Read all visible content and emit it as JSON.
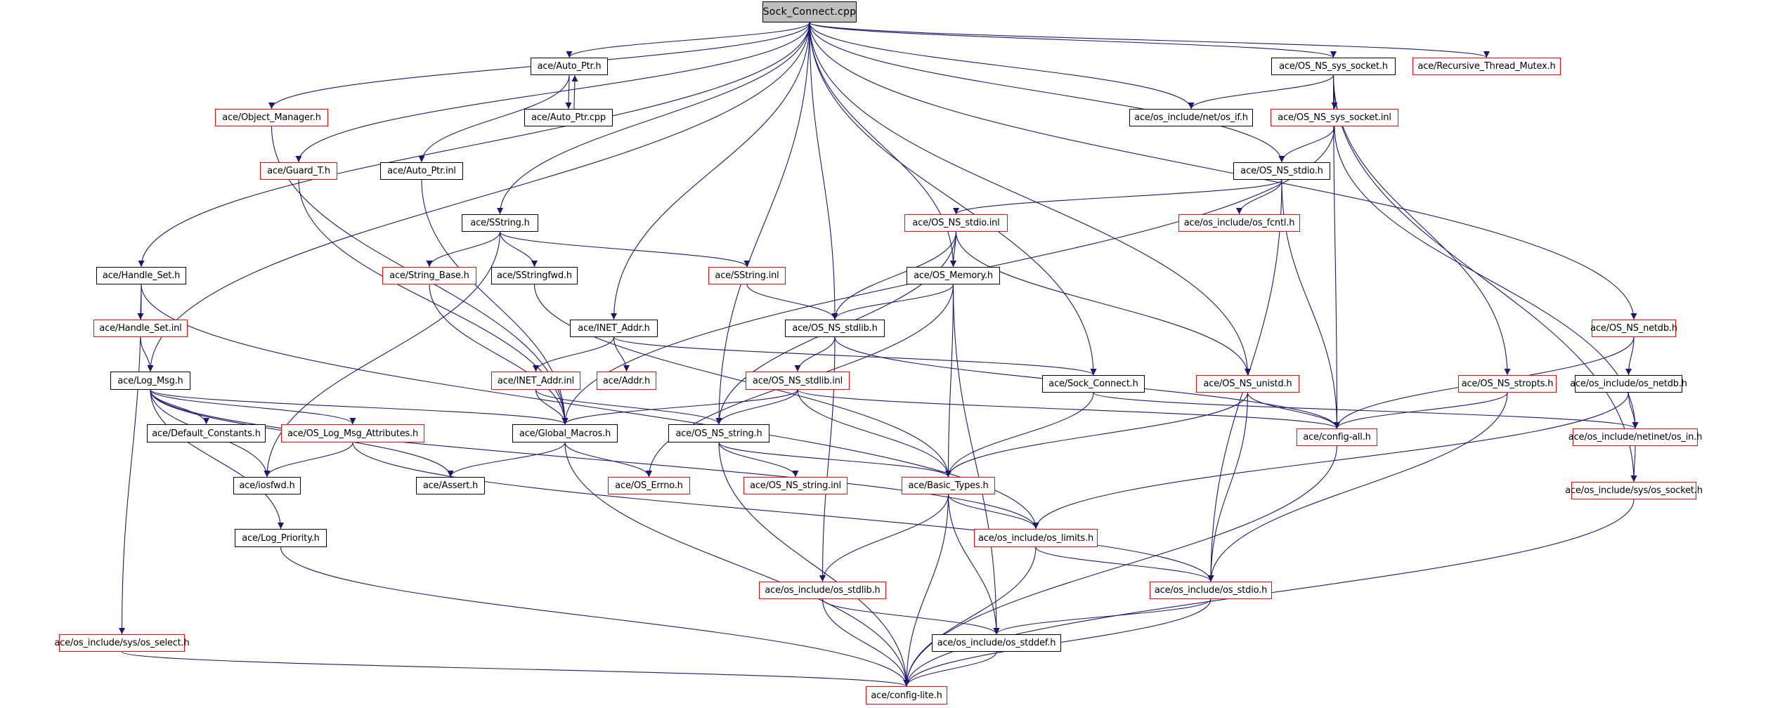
{
  "diagram": {
    "title": "Sock_Connect.cpp include dependency graph",
    "colors": {
      "edge": "#191970",
      "found_border": "#000000",
      "missing_border": "#ff0000",
      "root_fill": "#bfbfbf"
    },
    "nodes": [
      {
        "id": "root",
        "label": "Sock_Connect.cpp",
        "kind": "root"
      },
      {
        "id": "auto_ptr_h",
        "label": "ace/Auto_Ptr.h",
        "kind": "found"
      },
      {
        "id": "auto_ptr_cpp",
        "label": "ace/Auto_Ptr.cpp",
        "kind": "found"
      },
      {
        "id": "object_manager_h",
        "label": "ace/Object_Manager.h",
        "kind": "missing"
      },
      {
        "id": "guard_t_h",
        "label": "ace/Guard_T.h",
        "kind": "missing"
      },
      {
        "id": "auto_ptr_inl",
        "label": "ace/Auto_Ptr.inl",
        "kind": "found"
      },
      {
        "id": "sstring_h",
        "label": "ace/SString.h",
        "kind": "found"
      },
      {
        "id": "handle_set_h",
        "label": "ace/Handle_Set.h",
        "kind": "found"
      },
      {
        "id": "string_base_h",
        "label": "ace/String_Base.h",
        "kind": "missing"
      },
      {
        "id": "sstringfwd_h",
        "label": "ace/SStringfwd.h",
        "kind": "found"
      },
      {
        "id": "sstring_inl",
        "label": "ace/SString.inl",
        "kind": "missing"
      },
      {
        "id": "os_ns_stdio_inl",
        "label": "ace/OS_NS_stdio.inl",
        "kind": "missing"
      },
      {
        "id": "os_memory_h",
        "label": "ace/OS_Memory.h",
        "kind": "found"
      },
      {
        "id": "handle_set_inl",
        "label": "ace/Handle_Set.inl",
        "kind": "missing"
      },
      {
        "id": "inet_addr_h",
        "label": "ace/INET_Addr.h",
        "kind": "found"
      },
      {
        "id": "os_ns_stdlib_h",
        "label": "ace/OS_NS_stdlib.h",
        "kind": "found"
      },
      {
        "id": "log_msg_h",
        "label": "ace/Log_Msg.h",
        "kind": "found"
      },
      {
        "id": "inet_addr_inl",
        "label": "ace/INET_Addr.inl",
        "kind": "missing"
      },
      {
        "id": "addr_h",
        "label": "ace/Addr.h",
        "kind": "missing"
      },
      {
        "id": "os_ns_stdlib_inl",
        "label": "ace/OS_NS_stdlib.inl",
        "kind": "missing"
      },
      {
        "id": "sock_connect_h",
        "label": "ace/Sock_Connect.h",
        "kind": "found"
      },
      {
        "id": "os_ns_unistd_h",
        "label": "ace/OS_NS_unistd.h",
        "kind": "missing"
      },
      {
        "id": "os_ns_stropts_h",
        "label": "ace/OS_NS_stropts.h",
        "kind": "missing"
      },
      {
        "id": "os_netdb_h",
        "label": "ace/os_include/os_netdb.h",
        "kind": "found"
      },
      {
        "id": "os_ns_netdb_h",
        "label": "ace/OS_NS_netdb.h",
        "kind": "missing"
      },
      {
        "id": "default_constants_h",
        "label": "ace/Default_Constants.h",
        "kind": "found"
      },
      {
        "id": "os_log_msg_attributes_h",
        "label": "ace/OS_Log_Msg_Attributes.h",
        "kind": "missing"
      },
      {
        "id": "global_macros_h",
        "label": "ace/Global_Macros.h",
        "kind": "found"
      },
      {
        "id": "os_ns_string_h",
        "label": "ace/OS_NS_string.h",
        "kind": "found"
      },
      {
        "id": "config_all_h",
        "label": "ace/config-all.h",
        "kind": "missing"
      },
      {
        "id": "os_in_h",
        "label": "ace/os_include/netinet/os_in.h",
        "kind": "missing"
      },
      {
        "id": "iosfwd_h",
        "label": "ace/iosfwd.h",
        "kind": "found"
      },
      {
        "id": "assert_h",
        "label": "ace/Assert.h",
        "kind": "found"
      },
      {
        "id": "os_errno_h",
        "label": "ace/OS_Errno.h",
        "kind": "missing"
      },
      {
        "id": "os_ns_string_inl",
        "label": "ace/OS_NS_string.inl",
        "kind": "missing"
      },
      {
        "id": "basic_types_h",
        "label": "ace/Basic_Types.h",
        "kind": "missing"
      },
      {
        "id": "os_socket_h",
        "label": "ace/os_include/sys/os_socket.h",
        "kind": "missing"
      },
      {
        "id": "log_priority_h",
        "label": "ace/Log_Priority.h",
        "kind": "found"
      },
      {
        "id": "os_limits_h",
        "label": "ace/os_include/os_limits.h",
        "kind": "missing"
      },
      {
        "id": "os_stdlib_h",
        "label": "ace/os_include/os_stdlib.h",
        "kind": "missing"
      },
      {
        "id": "os_stdio_h",
        "label": "ace/os_include/os_stdio.h",
        "kind": "missing"
      },
      {
        "id": "os_select_h",
        "label": "ace/os_include/sys/os_select.h",
        "kind": "missing"
      },
      {
        "id": "os_stddef_h",
        "label": "ace/os_include/os_stddef.h",
        "kind": "found"
      },
      {
        "id": "config_lite_h",
        "label": "ace/config-lite.h",
        "kind": "missing"
      },
      {
        "id": "os_ns_sys_socket_h",
        "label": "ace/OS_NS_sys_socket.h",
        "kind": "found"
      },
      {
        "id": "recursive_thread_mutex_h",
        "label": "ace/Recursive_Thread_Mutex.h",
        "kind": "missing"
      },
      {
        "id": "os_if_h",
        "label": "ace/os_include/net/os_if.h",
        "kind": "found"
      },
      {
        "id": "os_ns_sys_socket_inl",
        "label": "ace/OS_NS_sys_socket.inl",
        "kind": "missing"
      },
      {
        "id": "os_ns_stdio_h",
        "label": "ace/OS_NS_stdio.h",
        "kind": "found"
      },
      {
        "id": "os_fcntl_h",
        "label": "ace/os_include/os_fcntl.h",
        "kind": "missing"
      }
    ],
    "edges": [
      [
        "root",
        "auto_ptr_h"
      ],
      [
        "root",
        "object_manager_h"
      ],
      [
        "root",
        "guard_t_h"
      ],
      [
        "root",
        "sstring_h"
      ],
      [
        "root",
        "handle_set_h"
      ],
      [
        "root",
        "log_msg_h"
      ],
      [
        "root",
        "inet_addr_h"
      ],
      [
        "root",
        "os_ns_string_h"
      ],
      [
        "root",
        "os_ns_stdlib_h"
      ],
      [
        "root",
        "os_memory_h"
      ],
      [
        "root",
        "sock_connect_h"
      ],
      [
        "root",
        "os_ns_unistd_h"
      ],
      [
        "root",
        "os_if_h"
      ],
      [
        "root",
        "os_ns_sys_socket_h"
      ],
      [
        "root",
        "recursive_thread_mutex_h"
      ],
      [
        "root",
        "os_ns_stdio_h"
      ],
      [
        "root",
        "os_ns_netdb_h"
      ],
      [
        "auto_ptr_h",
        "auto_ptr_cpp"
      ],
      [
        "auto_ptr_cpp",
        "auto_ptr_h"
      ],
      [
        "auto_ptr_h",
        "auto_ptr_inl"
      ],
      [
        "object_manager_h",
        "global_macros_h"
      ],
      [
        "guard_t_h",
        "global_macros_h"
      ],
      [
        "auto_ptr_inl",
        "global_macros_h"
      ],
      [
        "sstring_h",
        "string_base_h"
      ],
      [
        "sstring_h",
        "sstringfwd_h"
      ],
      [
        "sstring_h",
        "sstring_inl"
      ],
      [
        "sstring_h",
        "iosfwd_h"
      ],
      [
        "string_base_h",
        "global_macros_h"
      ],
      [
        "sstringfwd_h",
        "basic_types_h"
      ],
      [
        "sstring_inl",
        "os_ns_stdlib_h"
      ],
      [
        "handle_set_h",
        "handle_set_inl"
      ],
      [
        "handle_set_h",
        "os_select_h"
      ],
      [
        "handle_set_h",
        "os_limits_h"
      ],
      [
        "handle_set_inl",
        "log_msg_h"
      ],
      [
        "log_msg_h",
        "default_constants_h"
      ],
      [
        "log_msg_h",
        "os_log_msg_attributes_h"
      ],
      [
        "log_msg_h",
        "global_macros_h"
      ],
      [
        "log_msg_h",
        "assert_h"
      ],
      [
        "log_msg_h",
        "iosfwd_h"
      ],
      [
        "log_msg_h",
        "log_priority_h"
      ],
      [
        "log_msg_h",
        "os_limits_h"
      ],
      [
        "os_log_msg_attributes_h",
        "iosfwd_h"
      ],
      [
        "os_log_msg_attributes_h",
        "os_stdio_h"
      ],
      [
        "global_macros_h",
        "assert_h"
      ],
      [
        "global_macros_h",
        "os_errno_h"
      ],
      [
        "global_macros_h",
        "config_lite_h"
      ],
      [
        "inet_addr_h",
        "inet_addr_inl"
      ],
      [
        "inet_addr_h",
        "addr_h"
      ],
      [
        "inet_addr_h",
        "sock_connect_h"
      ],
      [
        "inet_addr_inl",
        "global_macros_h"
      ],
      [
        "inet_addr_inl",
        "os_ns_string_h"
      ],
      [
        "os_ns_stdio_inl",
        "os_memory_h"
      ],
      [
        "os_ns_stdio_inl",
        "os_ns_stdlib_h"
      ],
      [
        "os_ns_stdio_inl",
        "os_ns_string_h"
      ],
      [
        "os_ns_stdio_inl",
        "os_ns_unistd_h"
      ],
      [
        "os_memory_h",
        "os_ns_stdlib_h"
      ],
      [
        "os_memory_h",
        "os_errno_h"
      ],
      [
        "os_memory_h",
        "basic_types_h"
      ],
      [
        "os_memory_h",
        "os_stddef_h"
      ],
      [
        "os_ns_stdlib_h",
        "os_ns_stdlib_inl"
      ],
      [
        "os_ns_stdlib_h",
        "os_stdlib_h"
      ],
      [
        "os_ns_stdlib_h",
        "config_all_h"
      ],
      [
        "os_ns_stdlib_inl",
        "global_macros_h"
      ],
      [
        "os_ns_stdlib_inl",
        "os_ns_string_h"
      ],
      [
        "os_ns_stdlib_inl",
        "basic_types_h"
      ],
      [
        "os_ns_stdlib_inl",
        "config_all_h"
      ],
      [
        "os_ns_string_h",
        "os_ns_string_inl"
      ],
      [
        "os_ns_string_h",
        "basic_types_h"
      ],
      [
        "os_ns_string_h",
        "config_lite_h"
      ],
      [
        "sock_connect_h",
        "basic_types_h"
      ],
      [
        "sock_connect_h",
        "os_in_h"
      ],
      [
        "os_ns_unistd_h",
        "config_all_h"
      ],
      [
        "os_ns_unistd_h",
        "basic_types_h"
      ],
      [
        "os_ns_unistd_h",
        "os_stdio_h"
      ],
      [
        "basic_types_h",
        "os_limits_h"
      ],
      [
        "basic_types_h",
        "os_stdlib_h"
      ],
      [
        "basic_types_h",
        "os_stddef_h"
      ],
      [
        "basic_types_h",
        "config_lite_h"
      ],
      [
        "os_limits_h",
        "os_stdio_h"
      ],
      [
        "os_limits_h",
        "config_lite_h"
      ],
      [
        "os_stdlib_h",
        "os_stddef_h"
      ],
      [
        "os_stdlib_h",
        "config_lite_h"
      ],
      [
        "os_stdio_h",
        "os_stddef_h"
      ],
      [
        "os_stdio_h",
        "config_lite_h"
      ],
      [
        "os_stddef_h",
        "config_lite_h"
      ],
      [
        "os_select_h",
        "config_lite_h"
      ],
      [
        "log_priority_h",
        "config_lite_h"
      ],
      [
        "config_all_h",
        "config_lite_h"
      ],
      [
        "os_socket_h",
        "config_lite_h"
      ],
      [
        "os_ns_sys_socket_h",
        "os_if_h"
      ],
      [
        "os_ns_sys_socket_h",
        "os_ns_sys_socket_inl"
      ],
      [
        "os_ns_sys_socket_h",
        "config_all_h"
      ],
      [
        "os_ns_sys_socket_h",
        "os_ns_stropts_h"
      ],
      [
        "os_ns_sys_socket_h",
        "os_socket_h"
      ],
      [
        "os_ns_sys_socket_inl",
        "os_ns_stdio_h"
      ],
      [
        "os_ns_sys_socket_inl",
        "global_macros_h"
      ],
      [
        "os_ns_sys_socket_inl",
        "os_in_h"
      ],
      [
        "os_ns_stdio_h",
        "os_ns_stdio_inl"
      ],
      [
        "os_ns_stdio_h",
        "os_fcntl_h"
      ],
      [
        "os_ns_stdio_h",
        "config_all_h"
      ],
      [
        "os_ns_stdio_h",
        "os_stdio_h"
      ],
      [
        "os_ns_stropts_h",
        "config_all_h"
      ],
      [
        "os_ns_stropts_h",
        "os_stdio_h"
      ],
      [
        "os_ns_netdb_h",
        "os_netdb_h"
      ],
      [
        "os_ns_netdb_h",
        "config_all_h"
      ],
      [
        "os_netdb_h",
        "os_in_h"
      ],
      [
        "os_netdb_h",
        "os_limits_h"
      ],
      [
        "os_in_h",
        "os_socket_h"
      ]
    ]
  }
}
